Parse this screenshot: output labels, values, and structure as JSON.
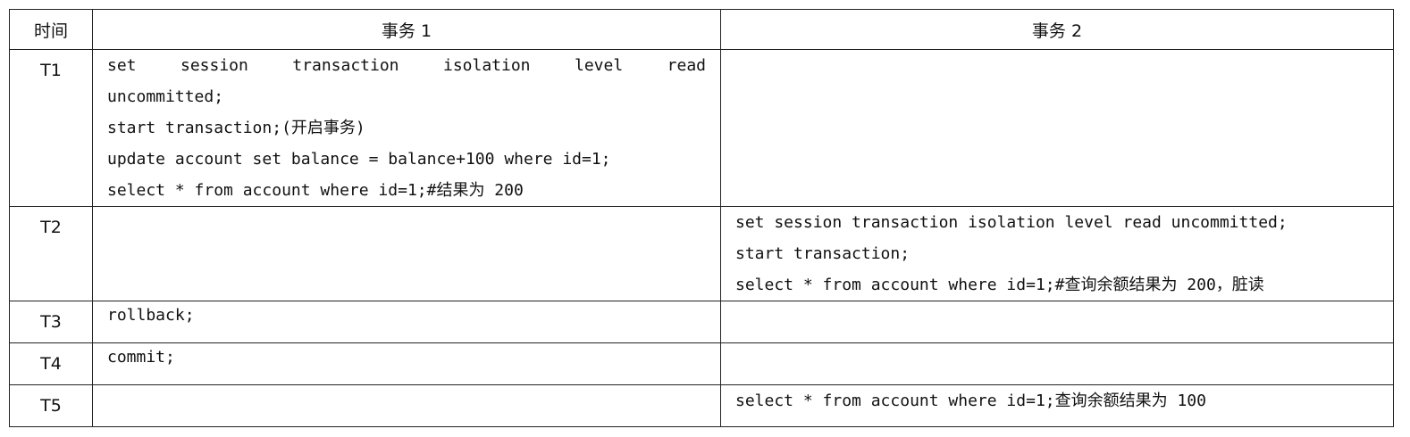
{
  "table": {
    "headers": {
      "time": "时间",
      "tx1": "事务 1",
      "tx2": "事务 2"
    },
    "rows": [
      {
        "time": "T1",
        "tx1": [
          "set session transaction isolation level read",
          "uncommitted;",
          "start transaction;(开启事务)",
          "update account set balance = balance+100 where id=1;",
          "select * from account where id=1;#结果为 200"
        ],
        "tx2": []
      },
      {
        "time": "T2",
        "tx1": [],
        "tx2": [
          "set session transaction isolation level read uncommitted;",
          "start transaction;",
          "select * from account where id=1;#查询余额结果为 200，脏读"
        ]
      },
      {
        "time": "T3",
        "tx1": [
          "rollback;"
        ],
        "tx2": []
      },
      {
        "time": "T4",
        "tx1": [
          "commit;"
        ],
        "tx2": []
      },
      {
        "time": "T5",
        "tx1": [],
        "tx2": [
          "select * from account where id=1;查询余额结果为 100"
        ]
      }
    ]
  }
}
